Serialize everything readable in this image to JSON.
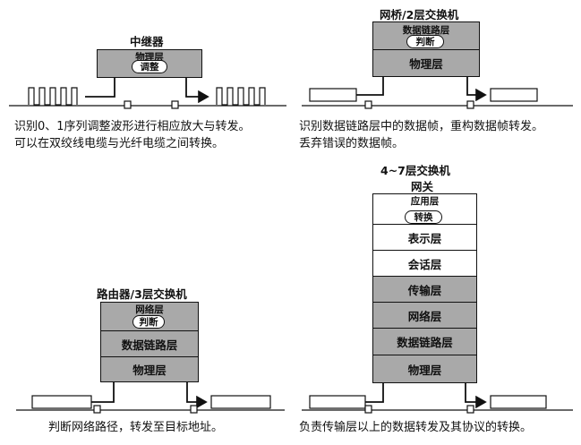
{
  "panels": {
    "repeater": {
      "title": "中继器",
      "layer": "物理层",
      "function": "调整",
      "caption_line1": "识别0、1序列调整波形进行相应放大与转发。",
      "caption_line2": "可以在双绞线电缆与光纤电缆之间转换。"
    },
    "bridge": {
      "title": "网桥/2层交换机",
      "layers": [
        "数据链路层",
        "物理层"
      ],
      "function": "判断",
      "caption_line1": "识别数据链路层中的数据帧，重构数据帧转发。",
      "caption_line2": "丢弃错误的数据帧。"
    },
    "router": {
      "title": "路由器/3层交换机",
      "layers": [
        "网络层",
        "数据链路层",
        "物理层"
      ],
      "function": "判断",
      "caption": "判断网络路径，转发至目标地址。"
    },
    "gateway": {
      "title_line1": "4~7层交换机",
      "title_line2": "网关",
      "layers": [
        "应用层",
        "表示层",
        "会话层",
        "传输层",
        "网络层",
        "数据链路层",
        "物理层"
      ],
      "function": "转换",
      "caption": "负责传输层以上的数据转发及其协议的转换。"
    }
  },
  "colors": {
    "layer_fill": "#a9a9a9",
    "light_layer_fill": "#ffffff",
    "line": "#111111"
  }
}
